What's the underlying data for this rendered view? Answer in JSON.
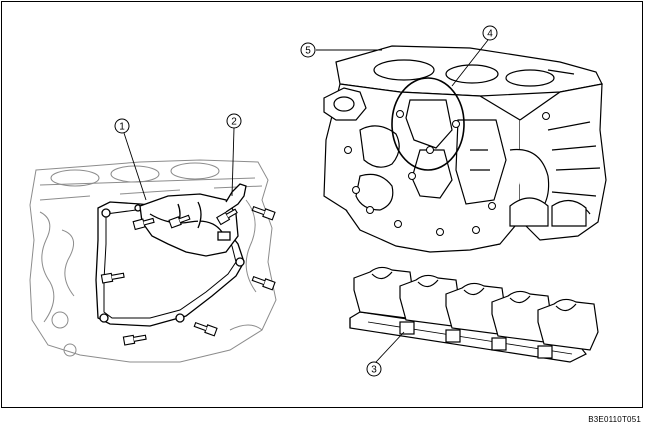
{
  "callouts": [
    {
      "id": "1",
      "label": "1"
    },
    {
      "id": "2",
      "label": "2"
    },
    {
      "id": "3",
      "label": "3"
    },
    {
      "id": "4",
      "label": "4"
    },
    {
      "id": "5",
      "label": "5"
    }
  ],
  "figure_code": "B3E0110T051",
  "colors": {
    "line": "#000000",
    "ghost": "#9a9a9a",
    "fill": "#ffffff"
  }
}
